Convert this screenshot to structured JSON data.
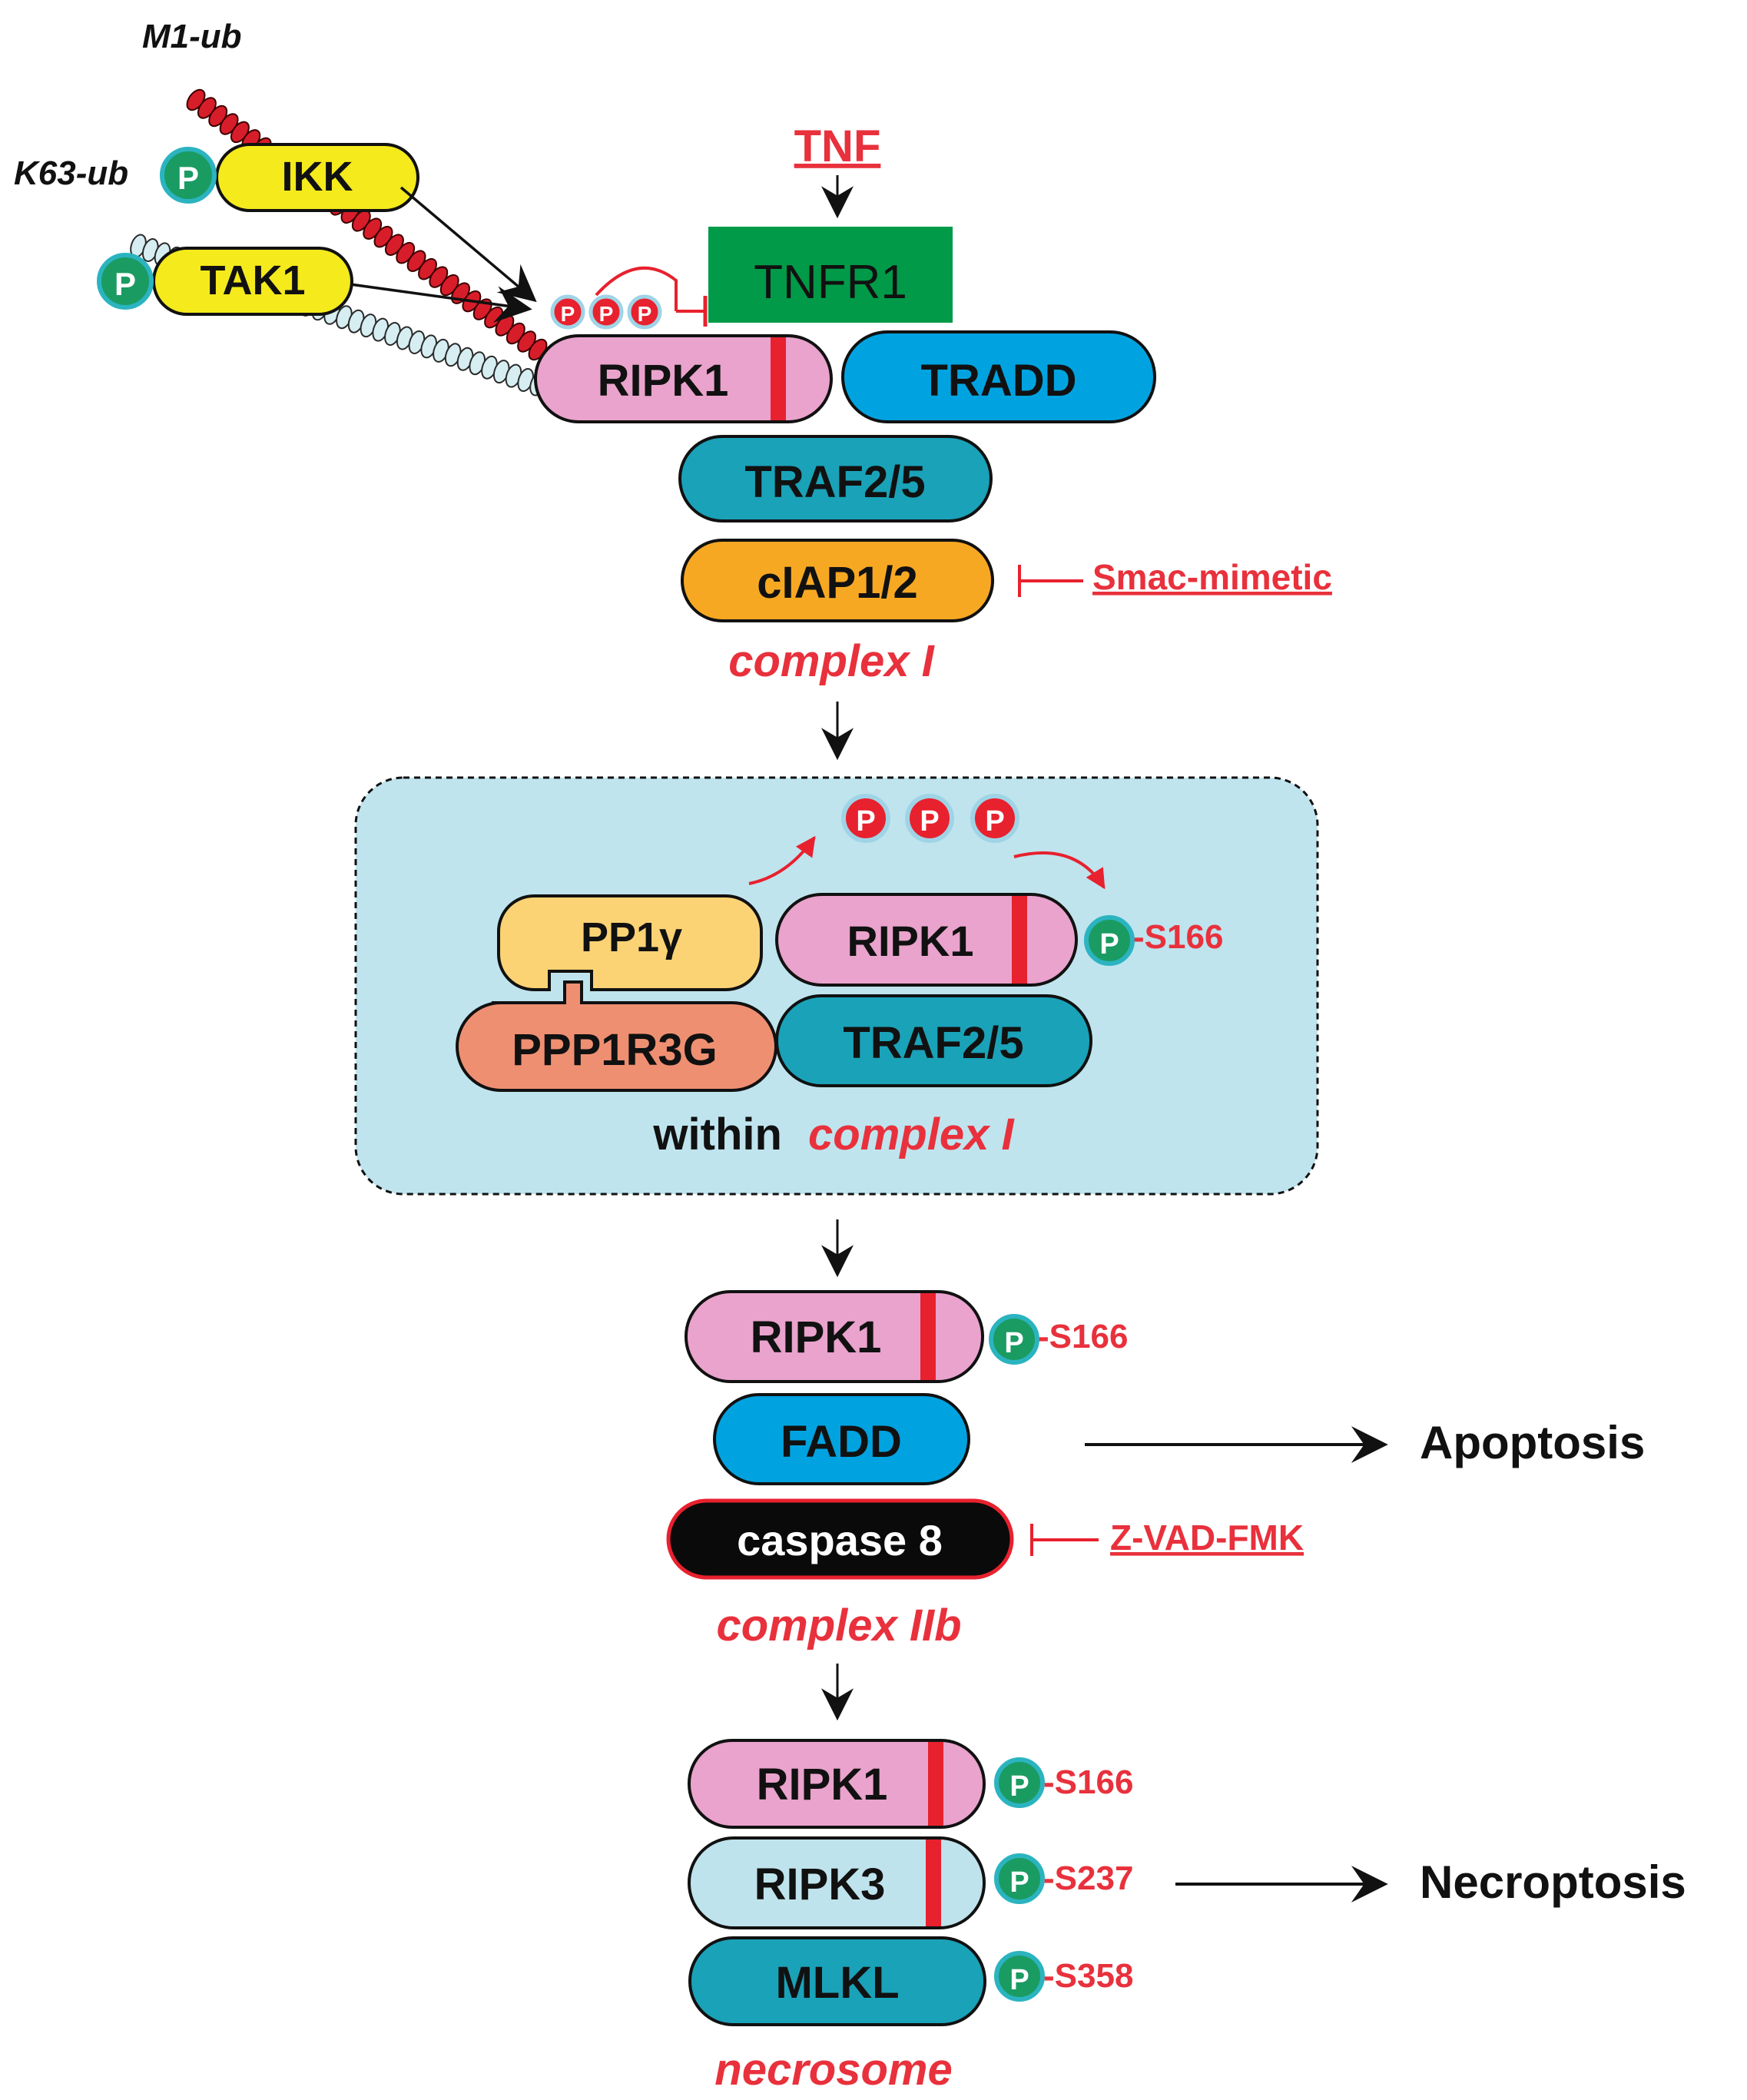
{
  "ubiquitin": {
    "m1": "M1-ub",
    "k63": "K63-ub"
  },
  "phospho": "P",
  "kinases": {
    "ikk": "IKK",
    "tak1": "TAK1"
  },
  "ligand": {
    "tnf": "TNF"
  },
  "complex1": {
    "receptor": "TNFR1",
    "ripk1": "RIPK1",
    "tradd": "TRADD",
    "traf": "TRAF2/5",
    "ciap": "cIAP1/2",
    "inhibitor": "Smac-mimetic",
    "label": "complex I"
  },
  "phosphatase": {
    "pp1": "PP1γ",
    "ppp1r3g": "PPP1R3G",
    "ripk1": "RIPK1",
    "traf": "TRAF2/5",
    "site": "-S166",
    "within": "within",
    "label": "complex I"
  },
  "complex2b": {
    "ripk1": "RIPK1",
    "site": "-S166",
    "fadd": "FADD",
    "casp8": "caspase 8",
    "inhibitor": "Z-VAD-FMK",
    "label": "complex IIb",
    "outcome": "Apoptosis"
  },
  "necrosome": {
    "ripk1": "RIPK1",
    "ripk1_site": "-S166",
    "ripk3": "RIPK3",
    "ripk3_site": "-S237",
    "mlkl": "MLKL",
    "mlkl_site": "-S358",
    "label": "necrosome",
    "outcome": "Necroptosis"
  },
  "colors": {
    "ripk1": "#e9a3cc",
    "tradd": "#00a3e0",
    "traf": "#1aa2b8",
    "ciap": "#f7a823",
    "tnfr1": "#009a48",
    "kinase": "#f4ea1c",
    "phospho_green": "#1a9b62",
    "phospho_red": "#e8212e",
    "red_label": "#e8313c",
    "pp1": "#fbd374",
    "ppp1r3g": "#ef8f72",
    "ripk3": "#bfe3ec",
    "box_bg": "#bfe4ee"
  }
}
